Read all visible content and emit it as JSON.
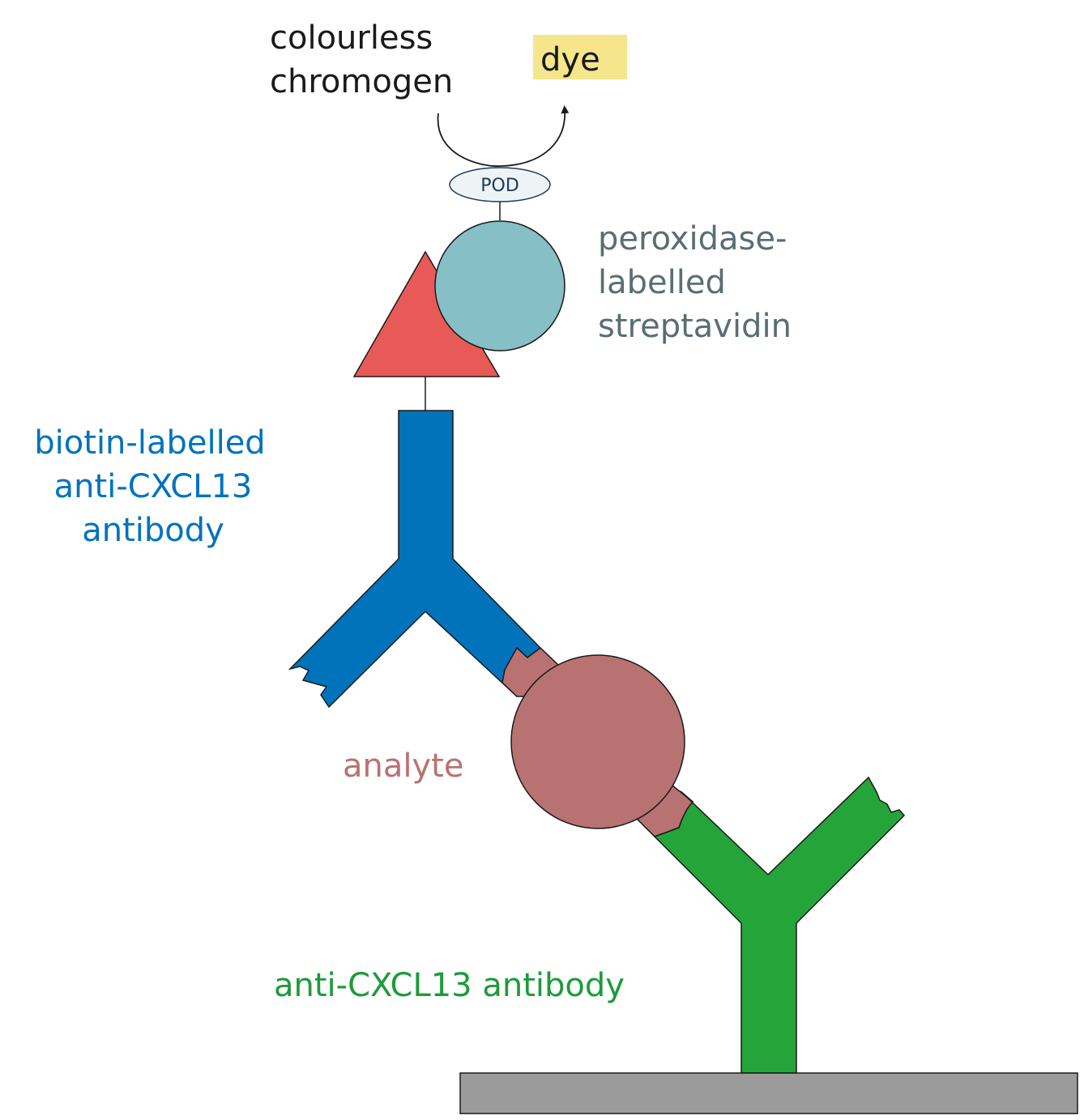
{
  "labels": {
    "chromogen_line1": "colourless",
    "chromogen_line2": "chromogen",
    "dye": "dye",
    "pod": "POD",
    "streptavidin_line1": "peroxidase-",
    "streptavidin_line2": "labelled",
    "streptavidin_line3": "streptavidin",
    "detection_antibody_line1": "biotin-labelled",
    "detection_antibody_line2": "anti-CXCL13",
    "detection_antibody_line3": "antibody",
    "analyte": "analyte",
    "capture_antibody": "anti-CXCL13 antibody"
  },
  "colors": {
    "text": "#1a1a1a",
    "dye_highlight": "#f5e68c",
    "pod_fill": "#eef3f6",
    "pod_text": "#1e3a5a",
    "streptavidin": "#86bfc5",
    "streptavidin_text": "#5a6e73",
    "biotin": "#e85a57",
    "detection_antibody": "#0073bb",
    "analyte": "#b87272",
    "analyte_text": "#b87272",
    "capture_antibody": "#25a43a",
    "capture_antibody_text": "#1e9a3a",
    "surface": "#9b9b9b",
    "outline": "#1a1a1a"
  }
}
